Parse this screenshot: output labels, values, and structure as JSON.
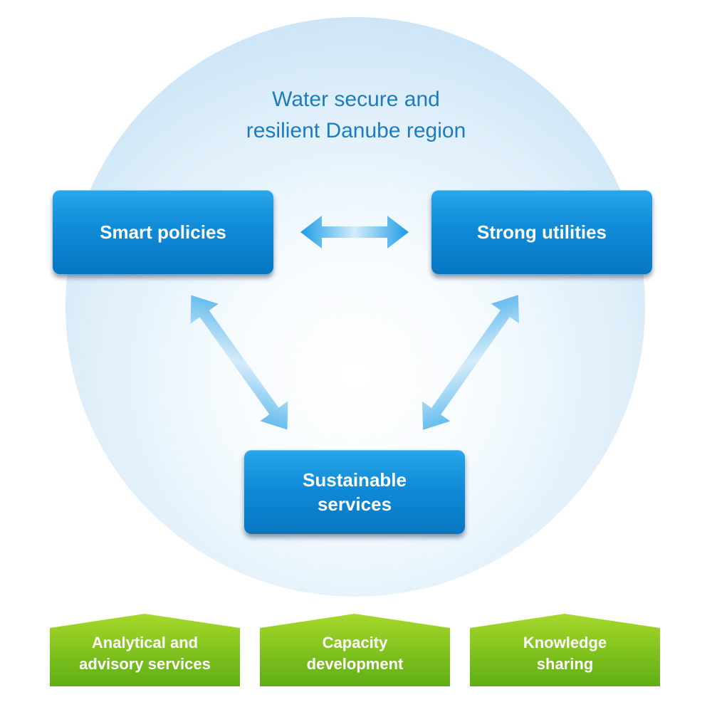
{
  "title": {
    "line1": "Water secure and",
    "line2": "resilient Danube region"
  },
  "nodes": {
    "smart_policies": "Smart policies",
    "strong_utilities": "Strong utilities",
    "sustainable_services": {
      "line1": "Sustainable",
      "line2": "services"
    }
  },
  "foundations": [
    {
      "line1": "Analytical and",
      "line2": "advisory services"
    },
    {
      "line1": "Capacity",
      "line2": "development"
    },
    {
      "line1": "Knowledge",
      "line2": "sharing"
    }
  ],
  "colors": {
    "title_text": "#1c7cc0",
    "box_blue": "#0f8bd8",
    "arrow_blue": "#1b9ce6",
    "house_green": "#7dc11a"
  }
}
